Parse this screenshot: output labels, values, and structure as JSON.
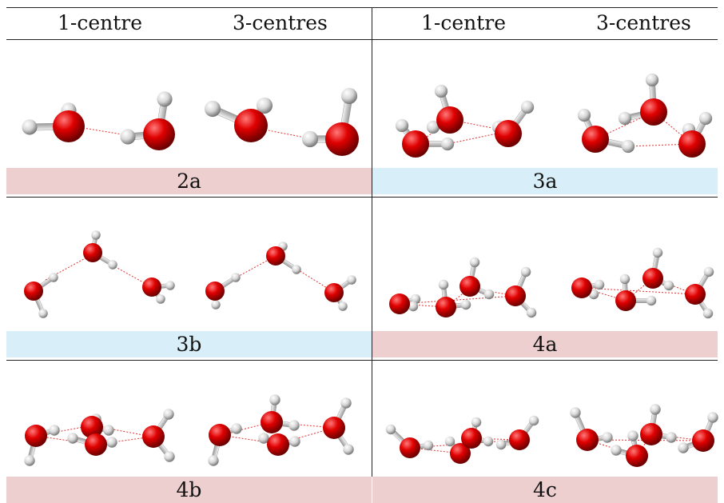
{
  "header": {
    "left_col1": "1-centre",
    "left_col2": "3-centres",
    "right_col1": "1-centre",
    "right_col2": "3-centres"
  },
  "labels": {
    "r1_left": "2a",
    "r1_right": "3a",
    "r2_left": "3b",
    "r2_right": "4a",
    "r3_left": "4b",
    "r3_right": "4c"
  },
  "colors": {
    "pink_band": "#eecfcf",
    "blue_band": "#d8eff9",
    "oxygen": "#e00000",
    "hydrogen": "#e2e2e2",
    "hbond": "#e53030"
  }
}
